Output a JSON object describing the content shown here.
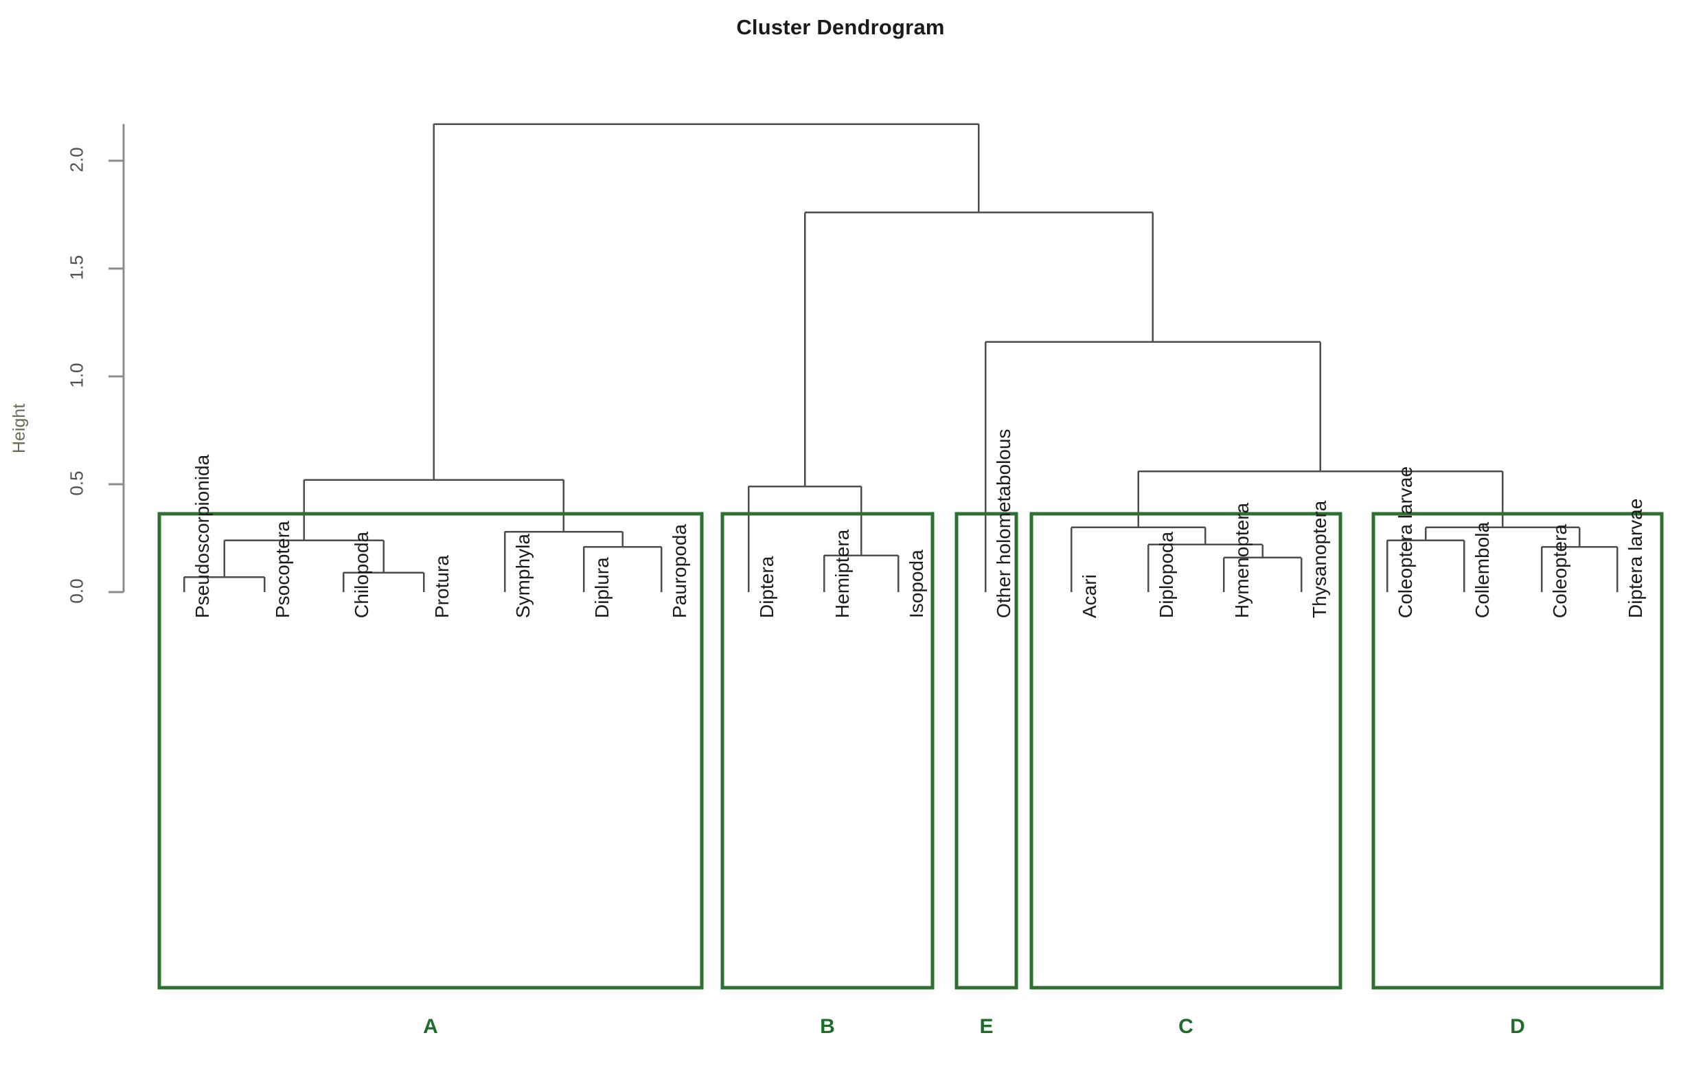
{
  "title": "Cluster Dendrogram",
  "axis": {
    "ylabel": "Height",
    "ticks": [
      "2.0",
      "1.5",
      "1.0",
      "0.5",
      "0.0"
    ]
  },
  "groups": [
    {
      "id": "A",
      "label": "A"
    },
    {
      "id": "B",
      "label": "B"
    },
    {
      "id": "E",
      "label": "E"
    },
    {
      "id": "C",
      "label": "C"
    },
    {
      "id": "D",
      "label": "D"
    }
  ],
  "leaves": [
    "Pseudoscorpionida",
    "Psocoptera",
    "Chilopoda",
    "Protura",
    "Symphyla",
    "Diplura",
    "Pauropoda",
    "Diptera",
    "Hemiptera",
    "Isopoda",
    "Other holometabolous",
    "Acari",
    "Diplopoda",
    "Hymenoptera",
    "Thysanoptera",
    "Coleoptera larvae",
    "Collembola",
    "Coleoptera",
    "Diptera larvae"
  ],
  "colors": {
    "box": "#2e7031",
    "branch": "#4d4d4d",
    "axis": "#8c8c8c",
    "tick_text": "#4d4d4d",
    "group_label": "#1f6b2a",
    "title": "#1a1a1a"
  },
  "chart_data": {
    "type": "dendrogram",
    "title": "Cluster Dendrogram",
    "xlabel": "",
    "ylabel": "Height",
    "ylim": [
      0.0,
      2.17
    ],
    "yticks": [
      0.0,
      0.5,
      1.0,
      1.5,
      2.0
    ],
    "grid": false,
    "legend": "none",
    "leaf_order": [
      "Pseudoscorpionida",
      "Psocoptera",
      "Chilopoda",
      "Protura",
      "Symphyla",
      "Diplura",
      "Pauropoda",
      "Diptera",
      "Hemiptera",
      "Isopoda",
      "Other holometabolous",
      "Acari",
      "Diplopoda",
      "Hymenoptera",
      "Thysanoptera",
      "Coleoptera larvae",
      "Collembola",
      "Coleoptera",
      "Diptera larvae"
    ],
    "merges": [
      {
        "id": "m1",
        "left": "Pseudoscorpionida",
        "right": "Psocoptera",
        "height": 0.07
      },
      {
        "id": "m2",
        "left": "Chilopoda",
        "right": "Protura",
        "height": 0.09
      },
      {
        "id": "m3",
        "left": "m1",
        "right": "m2",
        "height": 0.24
      },
      {
        "id": "m4",
        "left": "Diplura",
        "right": "Pauropoda",
        "height": 0.21
      },
      {
        "id": "m5",
        "left": "Symphyla",
        "right": "m4",
        "height": 0.28
      },
      {
        "id": "m6",
        "left": "m3",
        "right": "m5",
        "height": 0.52
      },
      {
        "id": "m7",
        "left": "Hemiptera",
        "right": "Isopoda",
        "height": 0.17
      },
      {
        "id": "m8",
        "left": "Diptera",
        "right": "m7",
        "height": 0.49
      },
      {
        "id": "m9",
        "left": "Hymenoptera",
        "right": "Thysanoptera",
        "height": 0.16
      },
      {
        "id": "m10",
        "left": "Diplopoda",
        "right": "m9",
        "height": 0.22
      },
      {
        "id": "m11",
        "left": "Acari",
        "right": "m10",
        "height": 0.3
      },
      {
        "id": "m12",
        "left": "Coleoptera larvae",
        "right": "Collembola",
        "height": 0.24
      },
      {
        "id": "m13",
        "left": "Coleoptera",
        "right": "Diptera larvae",
        "height": 0.21
      },
      {
        "id": "m14",
        "left": "m12",
        "right": "m13",
        "height": 0.3
      },
      {
        "id": "m15",
        "left": "m11",
        "right": "m14",
        "height": 0.56
      },
      {
        "id": "m16",
        "left": "Other holometabolous",
        "right": "m15",
        "height": 1.16
      },
      {
        "id": "m17",
        "left": "m8",
        "right": "m16",
        "height": 1.76
      },
      {
        "id": "m18",
        "left": "m6",
        "right": "m17",
        "height": 2.17
      }
    ],
    "group_boxes": [
      {
        "label": "A",
        "members": [
          "Pseudoscorpionida",
          "Psocoptera",
          "Chilopoda",
          "Protura",
          "Symphyla",
          "Diplura",
          "Pauropoda"
        ]
      },
      {
        "label": "B",
        "members": [
          "Diptera",
          "Hemiptera",
          "Isopoda"
        ]
      },
      {
        "label": "E",
        "members": [
          "Other holometabolous"
        ]
      },
      {
        "label": "C",
        "members": [
          "Acari",
          "Diplopoda",
          "Hymenoptera",
          "Thysanoptera"
        ]
      },
      {
        "label": "D",
        "members": [
          "Coleoptera larvae",
          "Collembola",
          "Coleoptera",
          "Diptera larvae"
        ]
      }
    ]
  }
}
